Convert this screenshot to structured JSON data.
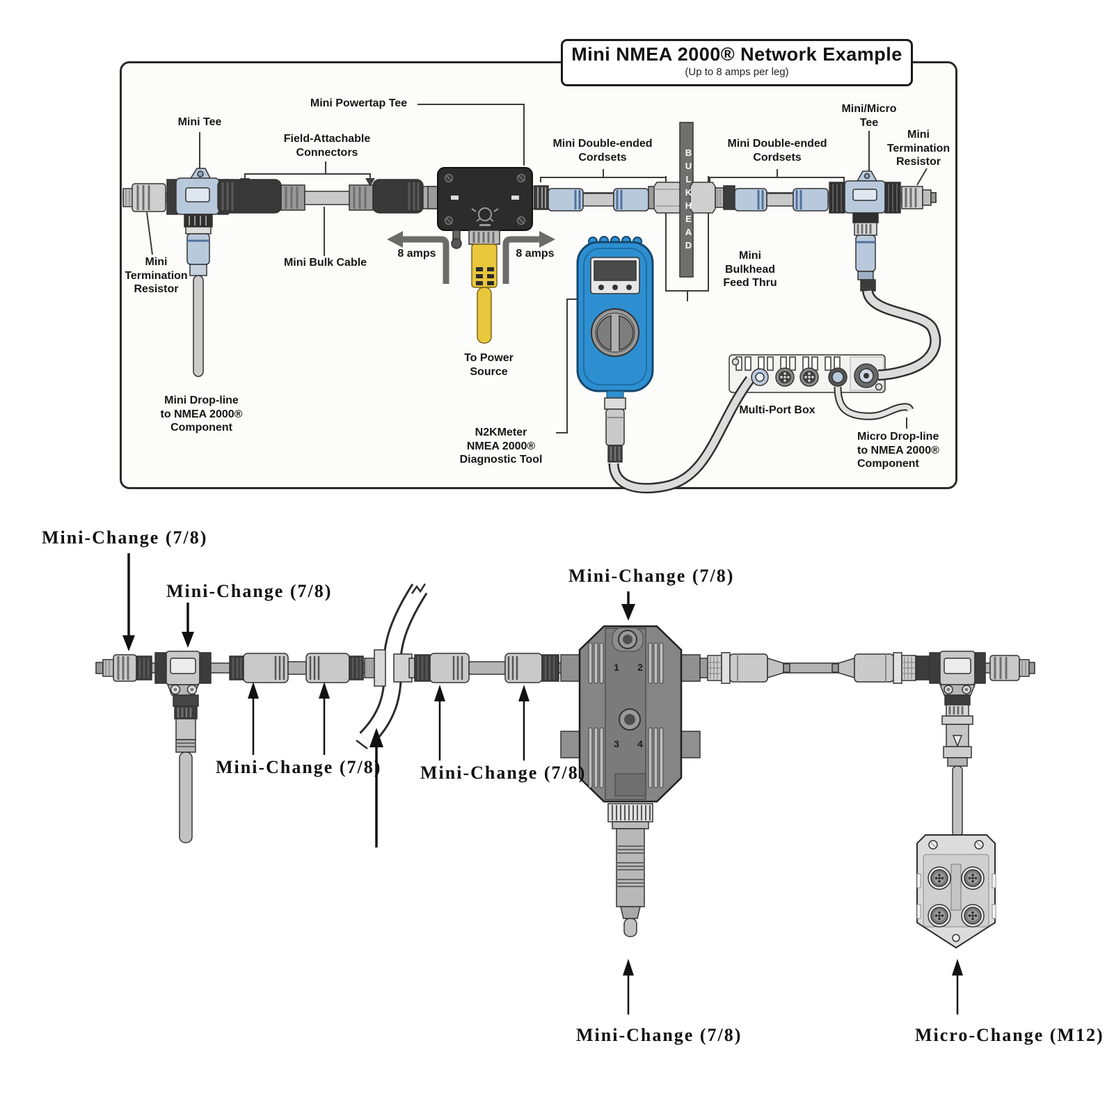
{
  "title": {
    "main": "Mini NMEA 2000® Network Example",
    "sub": "(Up to 8 amps per leg)"
  },
  "top": {
    "mini_tee": "Mini Tee",
    "mini_powertap_tee": "Mini Powertap Tee",
    "field_attachable": "Field-Attachable\nConnectors",
    "term_left": "Mini\nTermination\nResistor",
    "mini_bulk_cable": "Mini Bulk Cable",
    "amps_left": "8 amps",
    "amps_right": "8 amps",
    "to_power": "To Power\nSource",
    "drop_left": "Mini Drop-line\nto NMEA 2000®\nComponent",
    "n2kmeter": "N2KMeter\nNMEA 2000®\nDiagnostic Tool",
    "cordsets_left": "Mini Double-ended\nCordsets",
    "cordsets_right": "Mini Double-ended\nCordsets",
    "bulkhead": "BULKHEAD",
    "feed_thru": "Mini\nBulkhead\nFeed Thru",
    "mini_micro_tee": "Mini/Micro\nTee",
    "term_right": "Mini\nTermination\nResistor",
    "multi_port": "Multi-Port Box",
    "micro_drop": "Micro Drop-line\nto NMEA 2000®\nComponent"
  },
  "bottom": {
    "mc1": "Mini-Change (7/8)",
    "mc2": "Mini-Change (7/8)",
    "mc3": "Mini-Change (7/8)",
    "mc4": "Mini-Change (7/8)",
    "mc5": "Mini-Change (7/8)",
    "mc6": "Mini-Change (7/8)",
    "micro_change": "Micro-Change (M12)",
    "ports": [
      "1",
      "2",
      "3",
      "4"
    ]
  }
}
